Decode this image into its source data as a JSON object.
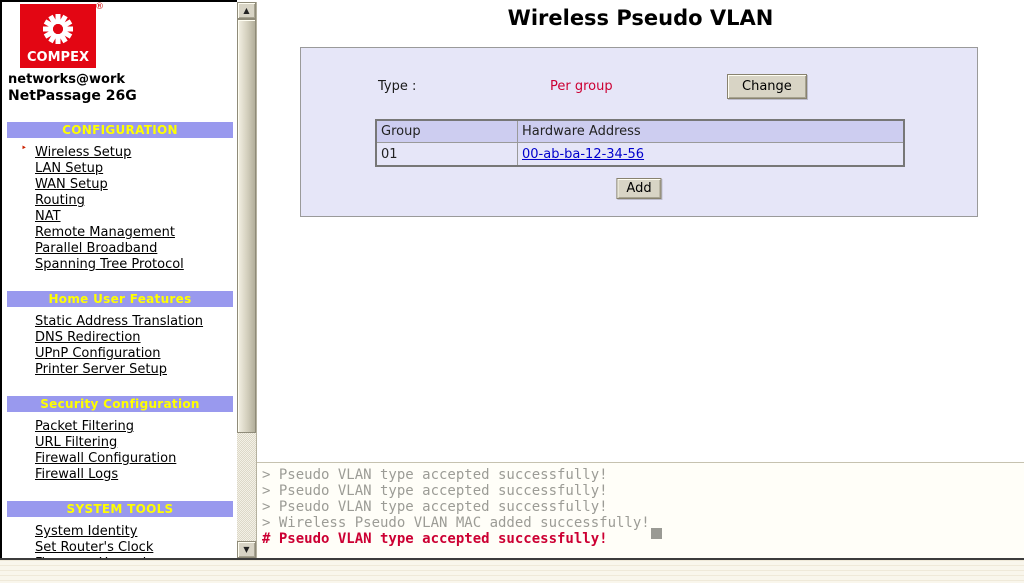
{
  "brand": {
    "logo_text": "COMPEX",
    "registered_mark": "®",
    "tagline": "networks@work",
    "model": "NetPassage 26G"
  },
  "sidebar": {
    "sections": [
      {
        "title": "CONFIGURATION",
        "items": [
          {
            "label": "Wireless Setup",
            "active": true
          },
          {
            "label": "LAN Setup"
          },
          {
            "label": "WAN Setup"
          },
          {
            "label": "Routing"
          },
          {
            "label": "NAT"
          },
          {
            "label": "Remote Management"
          },
          {
            "label": "Parallel Broadband"
          },
          {
            "label": "Spanning Tree Protocol"
          }
        ]
      },
      {
        "title": "Home User Features",
        "items": [
          {
            "label": "Static Address Translation"
          },
          {
            "label": "DNS Redirection"
          },
          {
            "label": "UPnP Configuration"
          },
          {
            "label": "Printer Server Setup"
          }
        ]
      },
      {
        "title": "Security Configuration",
        "items": [
          {
            "label": "Packet Filtering"
          },
          {
            "label": "URL Filtering"
          },
          {
            "label": "Firewall Configuration"
          },
          {
            "label": "Firewall Logs"
          }
        ]
      },
      {
        "title": "SYSTEM TOOLS",
        "items": [
          {
            "label": "System Identity"
          },
          {
            "label": "Set Router's Clock"
          },
          {
            "label": "Firmware Upgrade"
          }
        ]
      }
    ]
  },
  "main": {
    "title": "Wireless Pseudo VLAN",
    "panel": {
      "type_label": "Type :",
      "type_value": "Per group",
      "change_button": "Change",
      "add_button": "Add",
      "table": {
        "headers": [
          "Group",
          "Hardware Address"
        ],
        "rows": [
          {
            "group": "01",
            "hardware_address": "00-ab-ba-12-34-56"
          }
        ]
      }
    }
  },
  "console": {
    "messages": [
      {
        "text": "> Pseudo VLAN type accepted successfully!",
        "highlight": false
      },
      {
        "text": "> Pseudo VLAN type accepted successfully!",
        "highlight": false
      },
      {
        "text": "> Pseudo VLAN type accepted successfully!",
        "highlight": false
      },
      {
        "text": "> Wireless Pseudo VLAN MAC added successfully!",
        "highlight": false
      },
      {
        "text": "# Pseudo VLAN type accepted successfully!",
        "highlight": true
      }
    ]
  },
  "colors": {
    "section_bar": "#9999ee",
    "section_title": "#ffff00",
    "accent_red": "#cc0033",
    "panel_bg": "#e6e6f8",
    "table_header_bg": "#cdcdf0",
    "link_blue": "#0000cc",
    "button_bg": "#d8d4c5",
    "console_text": "#9c9c96",
    "logo_red": "#e30613"
  }
}
